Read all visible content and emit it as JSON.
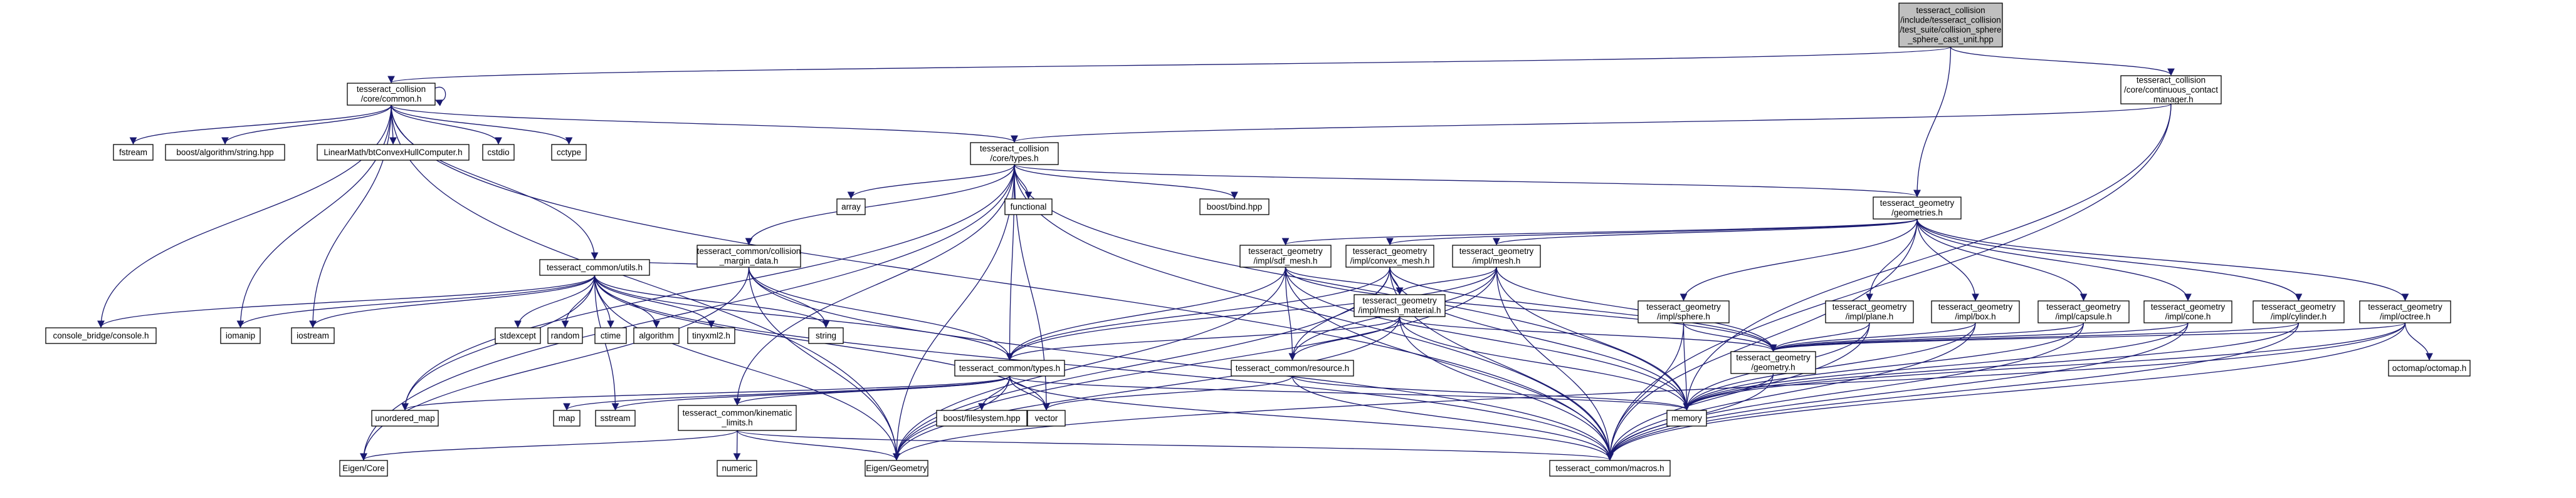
{
  "colors": {
    "edge": "#191970",
    "node_fill": "#ffffff",
    "node_root_fill": "#bfbfbf",
    "node_border": "#000000",
    "node_leaf_border": "#bfbfbf",
    "node_missing_border": "#ff0000"
  },
  "nodes": [
    {
      "id": "root",
      "lines": [
        "tesseract_collision",
        "/include/tesseract_collision",
        "/test_suite/collision_sphere",
        "_sphere_cast_unit.hpp"
      ],
      "kind": "root"
    },
    {
      "id": "common_h",
      "lines": [
        "tesseract_collision",
        "/core/common.h"
      ],
      "kind": "normal"
    },
    {
      "id": "ccm_h",
      "lines": [
        "tesseract_collision",
        "/core/continuous_contact",
        "_manager.h"
      ],
      "kind": "normal"
    },
    {
      "id": "fstream",
      "lines": [
        "fstream"
      ],
      "kind": "leaf"
    },
    {
      "id": "boost_string",
      "lines": [
        "boost/algorithm/string.hpp"
      ],
      "kind": "leaf"
    },
    {
      "id": "bthull",
      "lines": [
        "LinearMath/btConvexHullComputer.h"
      ],
      "kind": "leaf"
    },
    {
      "id": "cstdio",
      "lines": [
        "cstdio"
      ],
      "kind": "leaf"
    },
    {
      "id": "cctype",
      "lines": [
        "cctype"
      ],
      "kind": "leaf"
    },
    {
      "id": "types_h",
      "lines": [
        "tesseract_collision",
        "/core/types.h"
      ],
      "kind": "normal"
    },
    {
      "id": "array",
      "lines": [
        "array"
      ],
      "kind": "leaf"
    },
    {
      "id": "functional",
      "lines": [
        "functional"
      ],
      "kind": "leaf"
    },
    {
      "id": "boost_bind",
      "lines": [
        "boost/bind.hpp"
      ],
      "kind": "leaf"
    },
    {
      "id": "geometries_h",
      "lines": [
        "tesseract_geometry",
        "/geometries.h"
      ],
      "kind": "normal"
    },
    {
      "id": "margin_h",
      "lines": [
        "tesseract_common/collision",
        "_margin_data.h"
      ],
      "kind": "normal"
    },
    {
      "id": "sdf_h",
      "lines": [
        "tesseract_geometry",
        "/impl/sdf_mesh.h"
      ],
      "kind": "normal"
    },
    {
      "id": "cmesh_h",
      "lines": [
        "tesseract_geometry",
        "/impl/convex_mesh.h"
      ],
      "kind": "normal"
    },
    {
      "id": "mesh_h",
      "lines": [
        "tesseract_geometry",
        "/impl/mesh.h"
      ],
      "kind": "normal"
    },
    {
      "id": "utils_h",
      "lines": [
        "tesseract_common/utils.h"
      ],
      "kind": "normal"
    },
    {
      "id": "mesh_mat_h",
      "lines": [
        "tesseract_geometry",
        "/impl/mesh_material.h"
      ],
      "kind": "normal"
    },
    {
      "id": "sphere_h",
      "lines": [
        "tesseract_geometry",
        "/impl/sphere.h"
      ],
      "kind": "normal"
    },
    {
      "id": "plane_h",
      "lines": [
        "tesseract_geometry",
        "/impl/plane.h"
      ],
      "kind": "normal"
    },
    {
      "id": "box_h",
      "lines": [
        "tesseract_geometry",
        "/impl/box.h"
      ],
      "kind": "normal"
    },
    {
      "id": "capsule_h",
      "lines": [
        "tesseract_geometry",
        "/impl/capsule.h"
      ],
      "kind": "normal"
    },
    {
      "id": "cone_h",
      "lines": [
        "tesseract_geometry",
        "/impl/cone.h"
      ],
      "kind": "normal"
    },
    {
      "id": "cylinder_h",
      "lines": [
        "tesseract_geometry",
        "/impl/cylinder.h"
      ],
      "kind": "normal"
    },
    {
      "id": "octree_h",
      "lines": [
        "tesseract_geometry",
        "/impl/octree.h"
      ],
      "kind": "normal"
    },
    {
      "id": "console_bridge",
      "lines": [
        "console_bridge/console.h"
      ],
      "kind": "leaf"
    },
    {
      "id": "iomanip",
      "lines": [
        "iomanip"
      ],
      "kind": "leaf"
    },
    {
      "id": "iostream",
      "lines": [
        "iostream"
      ],
      "kind": "leaf"
    },
    {
      "id": "stdexcept",
      "lines": [
        "stdexcept"
      ],
      "kind": "leaf"
    },
    {
      "id": "random",
      "lines": [
        "random"
      ],
      "kind": "leaf"
    },
    {
      "id": "ctime",
      "lines": [
        "ctime"
      ],
      "kind": "leaf"
    },
    {
      "id": "algorithm",
      "lines": [
        "algorithm"
      ],
      "kind": "leaf"
    },
    {
      "id": "tinyxml2",
      "lines": [
        "tinyxml2.h"
      ],
      "kind": "leaf"
    },
    {
      "id": "string",
      "lines": [
        "string"
      ],
      "kind": "leaf"
    },
    {
      "id": "ctypes_h",
      "lines": [
        "tesseract_common/types.h"
      ],
      "kind": "normal"
    },
    {
      "id": "resource_h",
      "lines": [
        "tesseract_common/resource.h"
      ],
      "kind": "normal"
    },
    {
      "id": "geometry_h",
      "lines": [
        "tesseract_geometry",
        "/geometry.h"
      ],
      "kind": "normal"
    },
    {
      "id": "octomap",
      "lines": [
        "octomap/octomap.h"
      ],
      "kind": "leaf"
    },
    {
      "id": "unordered_map",
      "lines": [
        "unordered_map"
      ],
      "kind": "leaf"
    },
    {
      "id": "map",
      "lines": [
        "map"
      ],
      "kind": "leaf"
    },
    {
      "id": "sstream",
      "lines": [
        "sstream"
      ],
      "kind": "leaf"
    },
    {
      "id": "kinematic_h",
      "lines": [
        "tesseract_common/kinematic",
        "_limits.h"
      ],
      "kind": "missing"
    },
    {
      "id": "boost_fs",
      "lines": [
        "boost/filesystem.hpp"
      ],
      "kind": "leaf"
    },
    {
      "id": "vector",
      "lines": [
        "vector"
      ],
      "kind": "leaf"
    },
    {
      "id": "memory",
      "lines": [
        "memory"
      ],
      "kind": "leaf"
    },
    {
      "id": "numeric",
      "lines": [
        "numeric"
      ],
      "kind": "leaf"
    },
    {
      "id": "eigen_core",
      "lines": [
        "Eigen/Core"
      ],
      "kind": "leaf"
    },
    {
      "id": "eigen_geom",
      "lines": [
        "Eigen/Geometry"
      ],
      "kind": "leaf"
    },
    {
      "id": "macros_h",
      "lines": [
        "tesseract_common/macros.h"
      ],
      "kind": "normal"
    }
  ],
  "edges": [
    [
      "root",
      "common_h"
    ],
    [
      "root",
      "ccm_h"
    ],
    [
      "root",
      "geometries_h"
    ],
    [
      "common_h",
      "common_h"
    ],
    [
      "common_h",
      "fstream"
    ],
    [
      "common_h",
      "boost_string"
    ],
    [
      "common_h",
      "bthull"
    ],
    [
      "common_h",
      "cstdio"
    ],
    [
      "common_h",
      "cctype"
    ],
    [
      "common_h",
      "types_h"
    ],
    [
      "common_h",
      "utils_h"
    ],
    [
      "common_h",
      "console_bridge"
    ],
    [
      "common_h",
      "iomanip"
    ],
    [
      "common_h",
      "iostream"
    ],
    [
      "common_h",
      "eigen_geom"
    ],
    [
      "common_h",
      "macros_h"
    ],
    [
      "ccm_h",
      "types_h"
    ],
    [
      "ccm_h",
      "memory"
    ],
    [
      "ccm_h",
      "macros_h"
    ],
    [
      "types_h",
      "array"
    ],
    [
      "types_h",
      "functional"
    ],
    [
      "types_h",
      "boost_bind"
    ],
    [
      "types_h",
      "geometries_h"
    ],
    [
      "types_h",
      "margin_h"
    ],
    [
      "types_h",
      "ctypes_h"
    ],
    [
      "types_h",
      "kinematic_h"
    ],
    [
      "types_h",
      "unordered_map"
    ],
    [
      "types_h",
      "vector"
    ],
    [
      "types_h",
      "memory"
    ],
    [
      "types_h",
      "eigen_core"
    ],
    [
      "types_h",
      "eigen_geom"
    ],
    [
      "types_h",
      "macros_h"
    ],
    [
      "geometries_h",
      "sdf_h"
    ],
    [
      "geometries_h",
      "cmesh_h"
    ],
    [
      "geometries_h",
      "mesh_h"
    ],
    [
      "geometries_h",
      "sphere_h"
    ],
    [
      "geometries_h",
      "plane_h"
    ],
    [
      "geometries_h",
      "box_h"
    ],
    [
      "geometries_h",
      "capsule_h"
    ],
    [
      "geometries_h",
      "cone_h"
    ],
    [
      "geometries_h",
      "cylinder_h"
    ],
    [
      "geometries_h",
      "octree_h"
    ],
    [
      "geometries_h",
      "macros_h"
    ],
    [
      "margin_h",
      "utils_h"
    ],
    [
      "margin_h",
      "ctypes_h"
    ],
    [
      "margin_h",
      "string"
    ],
    [
      "margin_h",
      "eigen_core"
    ],
    [
      "margin_h",
      "eigen_geom"
    ],
    [
      "margin_h",
      "macros_h"
    ],
    [
      "sdf_h",
      "mesh_mat_h"
    ],
    [
      "sdf_h",
      "resource_h"
    ],
    [
      "sdf_h",
      "ctypes_h"
    ],
    [
      "sdf_h",
      "geometry_h"
    ],
    [
      "sdf_h",
      "eigen_geom"
    ],
    [
      "sdf_h",
      "memory"
    ],
    [
      "sdf_h",
      "macros_h"
    ],
    [
      "cmesh_h",
      "mesh_mat_h"
    ],
    [
      "cmesh_h",
      "resource_h"
    ],
    [
      "cmesh_h",
      "ctypes_h"
    ],
    [
      "cmesh_h",
      "geometry_h"
    ],
    [
      "cmesh_h",
      "eigen_geom"
    ],
    [
      "cmesh_h",
      "memory"
    ],
    [
      "cmesh_h",
      "macros_h"
    ],
    [
      "mesh_h",
      "mesh_mat_h"
    ],
    [
      "mesh_h",
      "resource_h"
    ],
    [
      "mesh_h",
      "ctypes_h"
    ],
    [
      "mesh_h",
      "geometry_h"
    ],
    [
      "mesh_h",
      "eigen_geom"
    ],
    [
      "mesh_h",
      "memory"
    ],
    [
      "mesh_h",
      "macros_h"
    ],
    [
      "utils_h",
      "console_bridge"
    ],
    [
      "utils_h",
      "iomanip"
    ],
    [
      "utils_h",
      "iostream"
    ],
    [
      "utils_h",
      "stdexcept"
    ],
    [
      "utils_h",
      "random"
    ],
    [
      "utils_h",
      "ctime"
    ],
    [
      "utils_h",
      "algorithm"
    ],
    [
      "utils_h",
      "tinyxml2"
    ],
    [
      "utils_h",
      "string"
    ],
    [
      "utils_h",
      "ctypes_h"
    ],
    [
      "utils_h",
      "unordered_map"
    ],
    [
      "utils_h",
      "sstream"
    ],
    [
      "utils_h",
      "vector"
    ],
    [
      "utils_h",
      "eigen_geom"
    ],
    [
      "utils_h",
      "macros_h"
    ],
    [
      "mesh_mat_h",
      "resource_h"
    ],
    [
      "mesh_mat_h",
      "ctypes_h"
    ],
    [
      "mesh_mat_h",
      "geometry_h"
    ],
    [
      "mesh_mat_h",
      "eigen_geom"
    ],
    [
      "mesh_mat_h",
      "memory"
    ],
    [
      "mesh_mat_h",
      "macros_h"
    ],
    [
      "sphere_h",
      "geometry_h"
    ],
    [
      "sphere_h",
      "memory"
    ],
    [
      "sphere_h",
      "macros_h"
    ],
    [
      "plane_h",
      "geometry_h"
    ],
    [
      "plane_h",
      "memory"
    ],
    [
      "plane_h",
      "macros_h"
    ],
    [
      "box_h",
      "geometry_h"
    ],
    [
      "box_h",
      "memory"
    ],
    [
      "box_h",
      "macros_h"
    ],
    [
      "capsule_h",
      "geometry_h"
    ],
    [
      "capsule_h",
      "memory"
    ],
    [
      "capsule_h",
      "macros_h"
    ],
    [
      "cone_h",
      "geometry_h"
    ],
    [
      "cone_h",
      "memory"
    ],
    [
      "cone_h",
      "macros_h"
    ],
    [
      "cylinder_h",
      "geometry_h"
    ],
    [
      "cylinder_h",
      "memory"
    ],
    [
      "cylinder_h",
      "macros_h"
    ],
    [
      "octree_h",
      "geometry_h"
    ],
    [
      "octree_h",
      "octomap"
    ],
    [
      "octree_h",
      "memory"
    ],
    [
      "octree_h",
      "macros_h"
    ],
    [
      "octree_h",
      "eigen_geom"
    ],
    [
      "ctypes_h",
      "unordered_map"
    ],
    [
      "ctypes_h",
      "map"
    ],
    [
      "ctypes_h",
      "sstream"
    ],
    [
      "ctypes_h",
      "kinematic_h"
    ],
    [
      "ctypes_h",
      "boost_fs"
    ],
    [
      "ctypes_h",
      "vector"
    ],
    [
      "ctypes_h",
      "memory"
    ],
    [
      "ctypes_h",
      "eigen_geom"
    ],
    [
      "ctypes_h",
      "macros_h"
    ],
    [
      "resource_h",
      "vector"
    ],
    [
      "resource_h",
      "memory"
    ],
    [
      "resource_h",
      "macros_h"
    ],
    [
      "geometry_h",
      "memory"
    ],
    [
      "geometry_h",
      "macros_h"
    ],
    [
      "kinematic_h",
      "numeric"
    ],
    [
      "kinematic_h",
      "eigen_core"
    ],
    [
      "kinematic_h",
      "eigen_geom"
    ],
    [
      "kinematic_h",
      "macros_h"
    ]
  ]
}
